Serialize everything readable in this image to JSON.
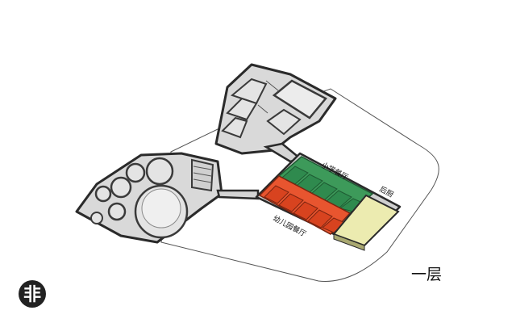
{
  "labels": {
    "primary_dining": "小学餐厅",
    "kitchen": "后厨",
    "kindergarten_dining": "幼儿园餐厅",
    "floor": "一层"
  },
  "logo": {
    "char": "非",
    "icon": "studio-logo-icon",
    "color": "#222222"
  },
  "colors": {
    "primary_dining": "#3d9a5a",
    "primary_dining_cell": "#2f8a4e",
    "kindergarten_dining": "#e8552f",
    "kindergarten_dining_cell": "#d8431f",
    "kitchen": "#ecebb0",
    "building_wall": "#3a3a3a",
    "building_roof": "#d9d9d9",
    "site_line": "#555555"
  }
}
